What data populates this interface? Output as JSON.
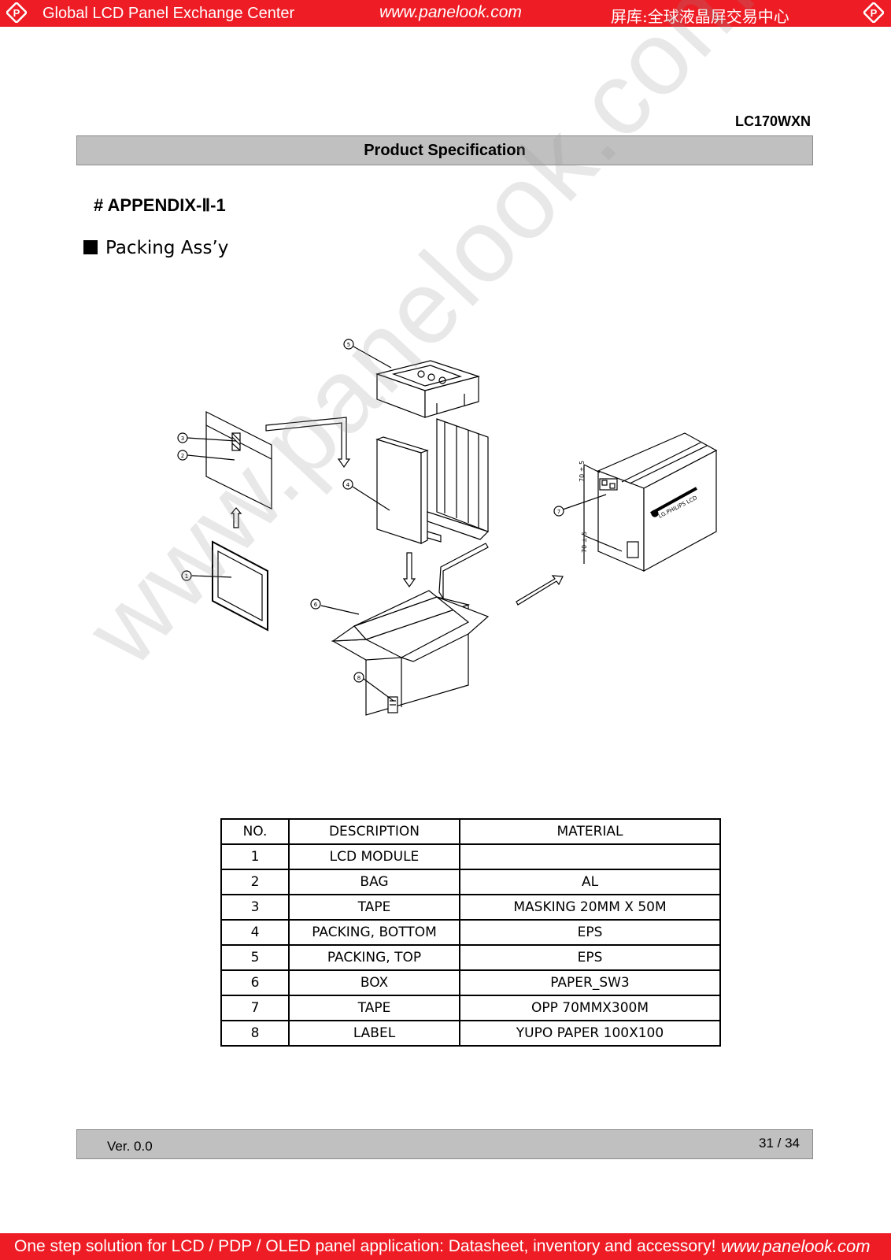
{
  "header": {
    "left_text": "Global LCD Panel Exchange Center",
    "url": "www.panelook.com",
    "right_text": "屏库:全球液晶屏交易中心",
    "logo_letter": "P"
  },
  "doc": {
    "model": "LC170WXN",
    "spec_title": "Product Specification",
    "appendix": "# APPENDIX-Ⅱ-1",
    "section": "Packing Ass’y"
  },
  "diagram": {
    "callouts": [
      "1",
      "2",
      "3",
      "4",
      "5",
      "6",
      "7",
      "8"
    ],
    "dimension_label": "70 ± 5",
    "box_print": "LG.PHILIPS LCD"
  },
  "watermark": "www.panelook.com",
  "table": {
    "headers": [
      "NO.",
      "DESCRIPTION",
      "MATERIAL"
    ],
    "rows": [
      [
        "1",
        "LCD MODULE",
        ""
      ],
      [
        "2",
        "BAG",
        "AL"
      ],
      [
        "3",
        "TAPE",
        "MASKING 20MM X 50M"
      ],
      [
        "4",
        "PACKING, BOTTOM",
        "EPS"
      ],
      [
        "5",
        "PACKING, TOP",
        "EPS"
      ],
      [
        "6",
        "BOX",
        "PAPER_SW3"
      ],
      [
        "7",
        "TAPE",
        "OPP 70MMX300M"
      ],
      [
        "8",
        "LABEL",
        "YUPO PAPER 100X100"
      ]
    ]
  },
  "footer": {
    "version": "Ver. 0.0",
    "page": "31 / 34"
  },
  "bottom": {
    "slogan": "One step solution for LCD / PDP / OLED panel application: Datasheet, inventory and accessory!",
    "url": "www.panelook.com"
  },
  "colors": {
    "brand_red": "#ee1c25",
    "bar_gray": "#c0c0c0"
  }
}
